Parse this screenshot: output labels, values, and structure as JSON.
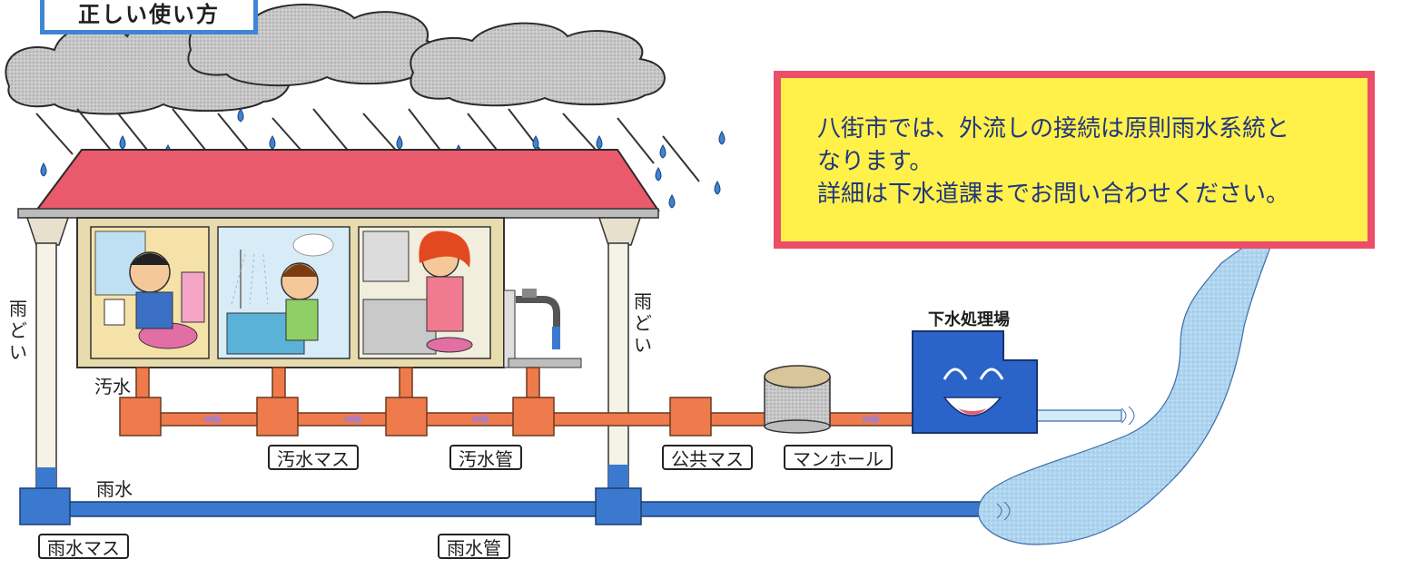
{
  "title": "正しい使い方",
  "notice": {
    "lines": [
      "八街市では、外流しの接続は原則雨水系統と",
      "なります。",
      "詳細は下水道課までお問い合わせください。"
    ]
  },
  "labels": {
    "downspout_left": "雨どい",
    "downspout_right": "雨どい",
    "wastewater": "汚水",
    "rainwater": "雨水",
    "treatment_plant": "下水処理場",
    "wastewater_basin": "汚水マス",
    "wastewater_pipe": "汚水管",
    "public_basin": "公共マス",
    "manhole": "マンホール",
    "rainwater_basin": "雨水マス",
    "rainwater_pipe": "雨水管"
  },
  "colors": {
    "roof": "#e95a6c",
    "wastewater_pipe": "#ef7a4c",
    "rainwater_pipe": "#3b79cf",
    "notice_fill": "#fff04a",
    "notice_border": "#ec4d69",
    "notice_text": "#20367e",
    "river": "#a9d2ee",
    "plant": "#2b64c9",
    "title_border": "#3f86d6"
  }
}
